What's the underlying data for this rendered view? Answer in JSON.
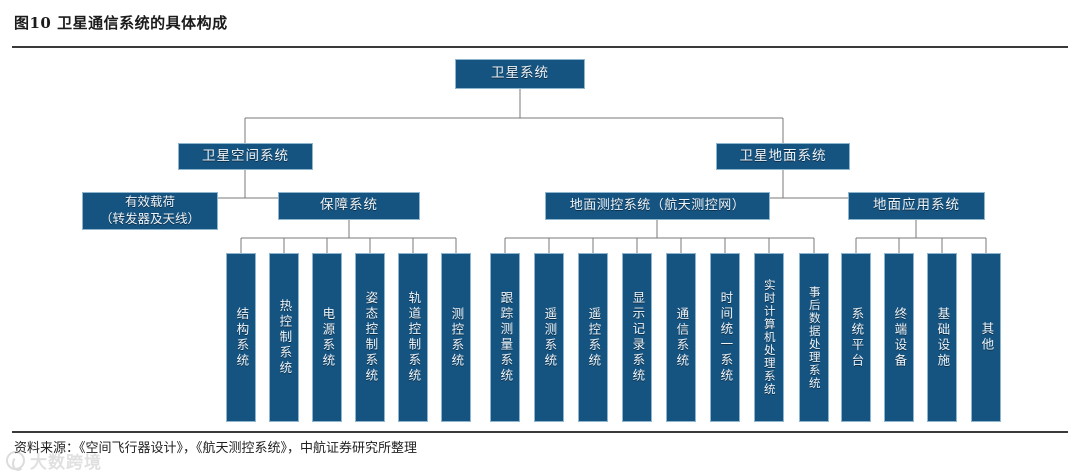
{
  "figure": {
    "title": "图10  卫星通信系统的具体构成",
    "source": "资料来源：《空间飞行器设计》，《航天测控系统》，中航证券研究所整理",
    "watermark": "大数跨境",
    "accent_color": "#155380",
    "border_color": "#8fb6cf",
    "rule_color": "#3a3a3a",
    "connector_color": "#7a7a7a"
  },
  "chart_data": {
    "type": "diagram",
    "title": "图10  卫星通信系统的具体构成",
    "root": "卫星系统",
    "level2": [
      "卫星空间系统",
      "卫星地面系统"
    ],
    "level3": [
      "有效载荷\n（转发器及天线）",
      "保障系统",
      "地面测控系统（航天测控网）",
      "地面应用系统"
    ],
    "leaves": {
      "保障系统": [
        "结构系统",
        "热控制系统",
        "电源系统",
        "姿态控制系统",
        "轨道控制系统",
        "测控系统"
      ],
      "地面测控系统（航天测控网）": [
        "跟踪测量系统",
        "遥测系统",
        "遥控系统",
        "显示记录系统",
        "通信系统",
        "时间统一系统",
        "实时计算机处理系统",
        "事后数据处理系统"
      ],
      "地面应用系统": [
        "系统平台",
        "终端设备",
        "基础设施",
        "其他"
      ]
    }
  },
  "nodes": {
    "root": {
      "label": "卫星系统"
    },
    "satellite_space": {
      "label": "卫星空间系统"
    },
    "satellite_ground": {
      "label": "卫星地面系统"
    },
    "payload_l1": {
      "label": "有效载荷"
    },
    "payload_l2": {
      "label": "（转发器及天线）"
    },
    "support_system": {
      "label": "保障系统"
    },
    "ground_tt_c": {
      "label": "地面测控系统（航天测控网）"
    },
    "ground_app": {
      "label": "地面应用系统"
    },
    "leaf_1": {
      "label": "结构系统"
    },
    "leaf_2": {
      "label": "热控制系统"
    },
    "leaf_3": {
      "label": "电源系统"
    },
    "leaf_4": {
      "label": "姿态控制系统"
    },
    "leaf_5": {
      "label": "轨道控制系统"
    },
    "leaf_6": {
      "label": "测控系统"
    },
    "leaf_7": {
      "label": "跟踪测量系统"
    },
    "leaf_8": {
      "label": "遥测系统"
    },
    "leaf_9": {
      "label": "遥控系统"
    },
    "leaf_10": {
      "label": "显示记录系统"
    },
    "leaf_11": {
      "label": "通信系统"
    },
    "leaf_12": {
      "label": "时间统一系统"
    },
    "leaf_13": {
      "label": "实时计算机处理系统"
    },
    "leaf_14": {
      "label": "事后数据处理系统"
    },
    "leaf_15": {
      "label": "系统平台"
    },
    "leaf_16": {
      "label": "终端设备"
    },
    "leaf_17": {
      "label": "基础设施"
    },
    "leaf_18": {
      "label": "其他"
    }
  }
}
